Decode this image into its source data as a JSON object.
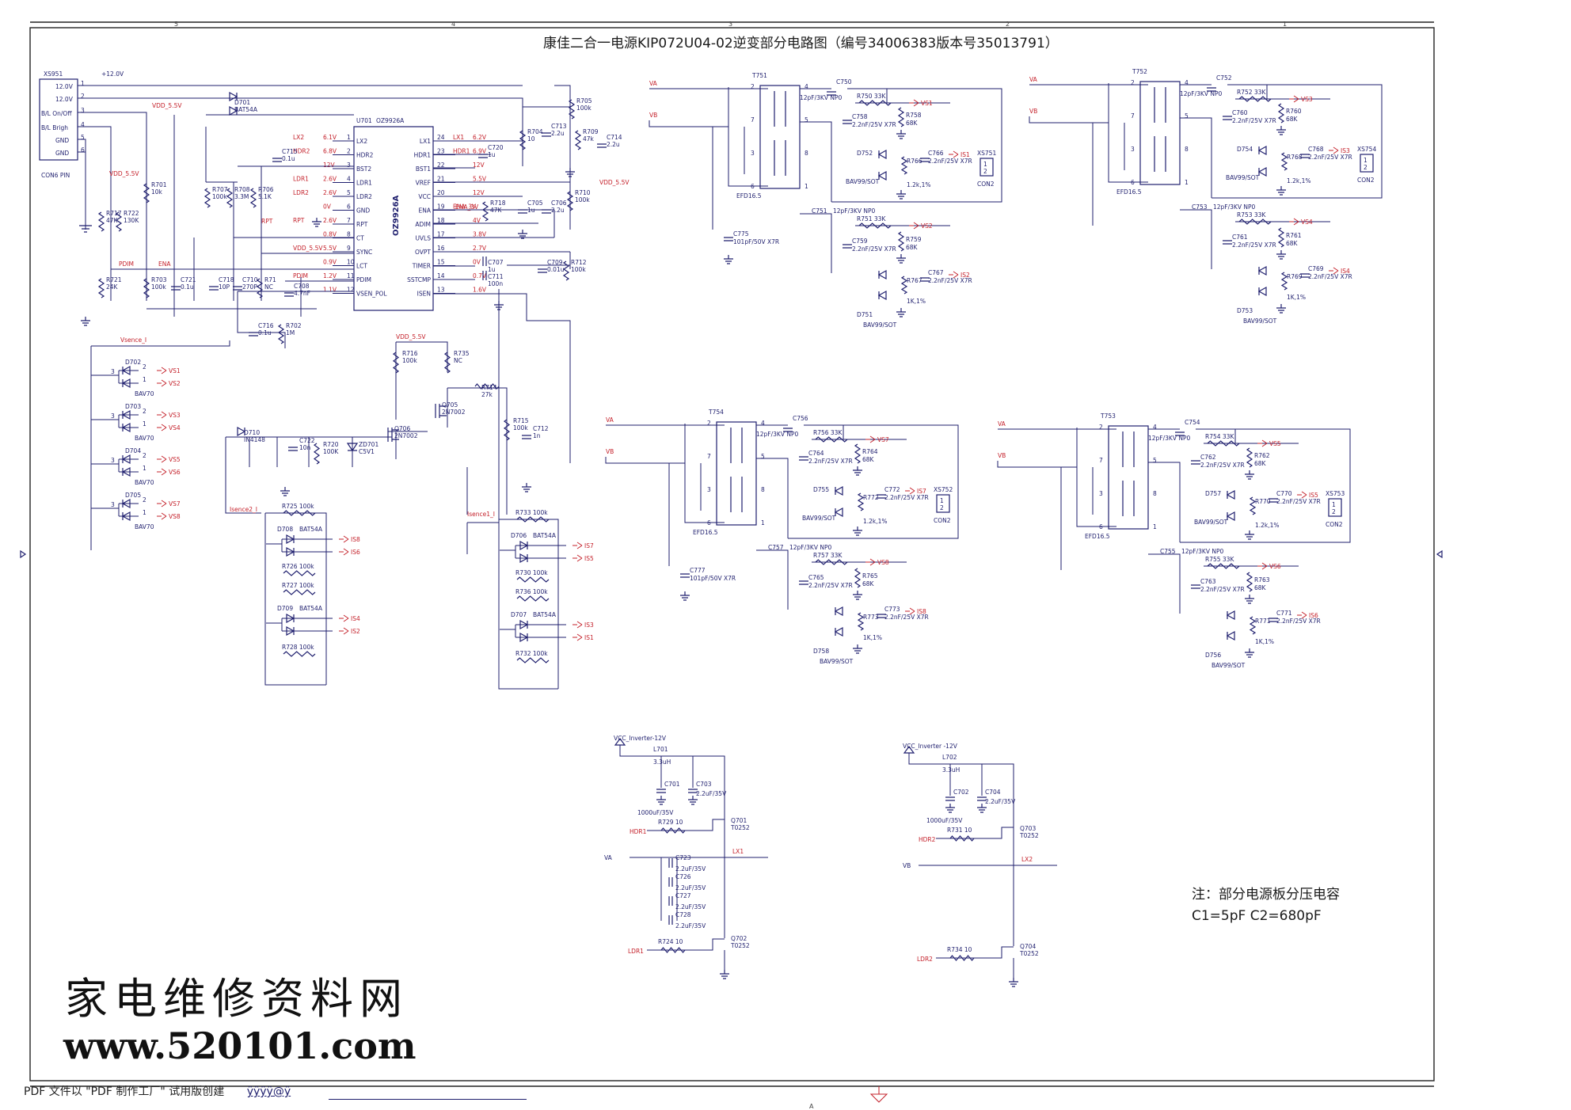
{
  "title": "康佳二合一电源KIP072U04-02逆变部分电路图（编号34006383版本号35013791）",
  "note": {
    "line1": "注：部分电源板分压电容",
    "line2": "C1=5pF  C2=680pF"
  },
  "watermark": {
    "cn": "家电维修资料网",
    "url": "www.520101.com"
  },
  "footer": {
    "text": "PDF 文件以 \"PDF 制作工厂\" 试用版创建",
    "link": "ÿÿÿÿ@ÿ"
  },
  "ruler": {
    "top": [
      "5",
      "4",
      "3",
      "2",
      "1"
    ],
    "bottom": [
      "A"
    ]
  },
  "colors": {
    "wire": "#1f1f6e",
    "net": "#c4202a",
    "frame": "#222222"
  },
  "connector": {
    "ref": "XS951",
    "type": "CON6 PIN",
    "supply": "+12.0V",
    "pins": [
      "12.0V",
      "12.0V",
      "B/L On/Off",
      "B/L Brigh",
      "GND",
      "GND"
    ],
    "pin_numbers": [
      "1",
      "2",
      "3",
      "4",
      "5",
      "6"
    ]
  },
  "controller": {
    "ref": "U701",
    "part": "OZ9926A",
    "body_text": "OZ9926A",
    "left_pins": [
      {
        "num": "1",
        "name": "LX2",
        "net": "LX2",
        "volt": "6.1V"
      },
      {
        "num": "2",
        "name": "HDR2",
        "net": "HDR2",
        "volt": "6.8V"
      },
      {
        "num": "3",
        "name": "BST2",
        "net": "",
        "volt": "12V"
      },
      {
        "num": "4",
        "name": "LDR1",
        "net": "LDR1",
        "volt": "2.6V"
      },
      {
        "num": "5",
        "name": "LDR2",
        "net": "LDR2",
        "volt": "2.6V"
      },
      {
        "num": "6",
        "name": "GND",
        "net": "",
        "volt": "0V"
      },
      {
        "num": "7",
        "name": "RPT",
        "net": "RPT",
        "volt": "2.6V"
      },
      {
        "num": "8",
        "name": "CT",
        "net": "",
        "volt": "0.8V"
      },
      {
        "num": "9",
        "name": "SYNC",
        "net": "VDD_5.5V",
        "volt": "5.5V"
      },
      {
        "num": "10",
        "name": "LCT",
        "net": "",
        "volt": "0.9V"
      },
      {
        "num": "11",
        "name": "PDIM",
        "net": "PDIM",
        "volt": "1.2V"
      },
      {
        "num": "12",
        "name": "VSEN_POL",
        "net": "",
        "volt": "1.1V"
      }
    ],
    "right_pins": [
      {
        "num": "24",
        "name": "LX1",
        "net": "LX1",
        "volt": "6.2V"
      },
      {
        "num": "23",
        "name": "HDR1",
        "net": "HDR1",
        "volt": "6.9V"
      },
      {
        "num": "22",
        "name": "BST1",
        "net": "",
        "volt": "12V"
      },
      {
        "num": "21",
        "name": "VREF",
        "net": "",
        "volt": "5.5V"
      },
      {
        "num": "20",
        "name": "VCC",
        "net": "",
        "volt": "12V"
      },
      {
        "num": "19",
        "name": "ENA",
        "net": "ENA_3V",
        "volt": ""
      },
      {
        "num": "18",
        "name": "ADIM",
        "net": "",
        "volt": "4V"
      },
      {
        "num": "17",
        "name": "UVLS",
        "net": "",
        "volt": "3.8V"
      },
      {
        "num": "16",
        "name": "OVPT",
        "net": "",
        "volt": "2.7V"
      },
      {
        "num": "15",
        "name": "TIMER",
        "net": "",
        "volt": "0V"
      },
      {
        "num": "14",
        "name": "SSTCMP",
        "net": "",
        "volt": "0.7V"
      },
      {
        "num": "13",
        "name": "ISEN",
        "net": "",
        "volt": "1.6V"
      }
    ]
  },
  "ctrl_parts": [
    {
      "ref": "D701",
      "val": "BAT54A"
    },
    {
      "ref": "C715",
      "val": "0.1u"
    },
    {
      "ref": "R701",
      "val": "10k"
    },
    {
      "ref": "R717",
      "val": "47K"
    },
    {
      "ref": "R722",
      "val": "130K"
    },
    {
      "ref": "R721",
      "val": "24K"
    },
    {
      "ref": "R703",
      "val": "100k"
    },
    {
      "ref": "C721",
      "val": "0.1u"
    },
    {
      "ref": "R707",
      "val": "100k"
    },
    {
      "ref": "R708",
      "val": "3.3M"
    },
    {
      "ref": "R706",
      "val": "5.1K"
    },
    {
      "ref": "C718",
      "val": "10P"
    },
    {
      "ref": "C710",
      "val": "270P"
    },
    {
      "ref": "R71",
      "val": "NC"
    },
    {
      "ref": "C708",
      "val": "4.7nF"
    },
    {
      "ref": "C716",
      "val": "0.1u"
    },
    {
      "ref": "R702",
      "val": "1M"
    },
    {
      "ref": "R704",
      "val": "10"
    },
    {
      "ref": "C713",
      "val": "2.2u"
    },
    {
      "ref": "R705",
      "val": "100k"
    },
    {
      "ref": "R709",
      "val": "47k"
    },
    {
      "ref": "C714",
      "val": "2.2u"
    },
    {
      "ref": "C720",
      "val": "1u"
    },
    {
      "ref": "R718",
      "val": "47K"
    },
    {
      "ref": "C705",
      "val": "1u"
    },
    {
      "ref": "C706",
      "val": "2.2u"
    },
    {
      "ref": "R710",
      "val": "100k"
    },
    {
      "ref": "C707",
      "val": "1u"
    },
    {
      "ref": "C711",
      "val": "100n"
    },
    {
      "ref": "C709",
      "val": "0.01u"
    },
    {
      "ref": "R712",
      "val": "100k"
    }
  ],
  "ctrl_nets": {
    "vdd": "VDD_5.5V",
    "ena": "ENA",
    "pdim": "PDIM",
    "rpt": "RPT",
    "ena3": "ENA_3V"
  },
  "sense_top": {
    "net": "Vsence_I",
    "groups": [
      {
        "ref": "D702",
        "val": "BAV70",
        "a": "VS1",
        "b": "VS2"
      },
      {
        "ref": "D703",
        "val": "BAV70",
        "a": "VS3",
        "b": "VS4"
      },
      {
        "ref": "D704",
        "val": "BAV70",
        "a": "VS5",
        "b": "VS6"
      },
      {
        "ref": "D705",
        "val": "BAV70",
        "a": "VS7",
        "b": "VS8"
      }
    ]
  },
  "ovp": {
    "vdd": "VDD_5.5V",
    "parts": [
      {
        "ref": "R716",
        "val": "100k"
      },
      {
        "ref": "R735",
        "val": "NC"
      },
      {
        "ref": "R714",
        "val": "27k"
      },
      {
        "ref": "Q706",
        "val": "2N7002"
      },
      {
        "ref": "Q705",
        "val": "2N7002"
      },
      {
        "ref": "R715",
        "val": "100k"
      },
      {
        "ref": "C712",
        "val": "1n"
      },
      {
        "ref": "D710",
        "val": "IN4148"
      },
      {
        "ref": "C722",
        "val": "10n"
      },
      {
        "ref": "R720",
        "val": "100K"
      },
      {
        "ref": "ZD701",
        "val": "C5V1"
      }
    ]
  },
  "isense2": {
    "net": "Isence2_I",
    "parts": [
      {
        "ref": "R725",
        "val": "100k"
      },
      {
        "ref": "D708",
        "val": "BAT54A",
        "a": "IS8",
        "b": "IS6"
      },
      {
        "ref": "R726",
        "val": "100k"
      },
      {
        "ref": "R727",
        "val": "100k"
      },
      {
        "ref": "D709",
        "val": "BAT54A",
        "a": "IS4",
        "b": "IS2"
      },
      {
        "ref": "R728",
        "val": "100k"
      }
    ]
  },
  "isense1": {
    "net": "Isence1_I",
    "parts": [
      {
        "ref": "R733",
        "val": "100k"
      },
      {
        "ref": "D706",
        "val": "BAT54A",
        "a": "IS7",
        "b": "IS5"
      },
      {
        "ref": "R730",
        "val": "100k"
      },
      {
        "ref": "R736",
        "val": "100k"
      },
      {
        "ref": "D707",
        "val": "BAT54A",
        "a": "IS3",
        "b": "IS1"
      },
      {
        "ref": "R732",
        "val": "100k"
      }
    ]
  },
  "trafo_blocks": [
    {
      "t": "T751",
      "core": "EFD16.5",
      "cin": "C775",
      "cinv": "101pF/50V X7R",
      "ca": "C750",
      "cav": "12pF/3KV NP0",
      "ra": "R750",
      "rav": "33K",
      "vsa": "VS1",
      "cb": "C758",
      "cbv": "2.2nF/25V X7R",
      "rb": "R758",
      "rbv": "68K",
      "da": "D752",
      "dav": "BAV99/SOT",
      "rc": "R766",
      "rcv": "1.2k,1%",
      "cc": "C766",
      "ccv": "2.2nF/25V X7R",
      "isa": "IS1",
      "xs": "XS751",
      "con": "CON2",
      "cd": "C751",
      "cdv": "12pF/3KV NP0",
      "rd": "R751",
      "rdv": "33K",
      "vsb": "VS2",
      "ce": "C759",
      "cev": "2.2nF/25V X7R",
      "re": "R759",
      "rev": "68K",
      "db": "D751",
      "dbv": "BAV99/SOT",
      "rf": "R767",
      "rfv": "1K,1%",
      "cf": "C767",
      "cfv": "2.2nF/25V X7R",
      "isb": "IS2"
    },
    {
      "t": "T752",
      "core": "EFD16.5",
      "cin": "",
      "cinv": "",
      "ca": "C752",
      "cav": "12pF/3KV NP0",
      "ra": "R752",
      "rav": "33K",
      "vsa": "VS3",
      "cb": "C760",
      "cbv": "2.2nF/25V X7R",
      "rb": "R760",
      "rbv": "68K",
      "da": "D754",
      "dav": "BAV99/SOT",
      "rc": "R768",
      "rcv": "1.2k,1%",
      "cc": "C768",
      "ccv": "2.2nF/25V X7R",
      "isa": "IS3",
      "xs": "XS754",
      "con": "CON2",
      "cd": "C753",
      "cdv": "12pF/3KV NP0",
      "rd": "R753",
      "rdv": "33K",
      "vsb": "VS4",
      "ce": "C761",
      "cev": "2.2nF/25V X7R",
      "re": "R761",
      "rev": "68K",
      "db": "D753",
      "dbv": "BAV99/SOT",
      "rf": "R769",
      "rfv": "1K,1%",
      "cf": "C769",
      "cfv": "2.2nF/25V X7R",
      "isb": "IS4"
    },
    {
      "t": "T754",
      "core": "EFD16.5",
      "cin": "C777",
      "cinv": "101pF/50V X7R",
      "ca": "C756",
      "cav": "12pF/3KV NP0",
      "ra": "R756",
      "rav": "33K",
      "vsa": "VS7",
      "cb": "C764",
      "cbv": "2.2nF/25V X7R",
      "rb": "R764",
      "rbv": "68K",
      "da": "D755",
      "dav": "BAV99/SOT",
      "rc": "R772",
      "rcv": "1.2k,1%",
      "cc": "C772",
      "ccv": "2.2nF/25V X7R",
      "isa": "IS7",
      "xs": "XS752",
      "con": "CON2",
      "cd": "C757",
      "cdv": "12pF/3KV NP0",
      "rd": "R757",
      "rdv": "33K",
      "vsb": "VS8",
      "ce": "C765",
      "cev": "2.2nF/25V X7R",
      "re": "R765",
      "rev": "68K",
      "db": "D758",
      "dbv": "BAV99/SOT",
      "rf": "R773",
      "rfv": "1K,1%",
      "cf": "C773",
      "cfv": "2.2nF/25V X7R",
      "isb": "IS8"
    },
    {
      "t": "T753",
      "core": "EFD16.5",
      "cin": "",
      "cinv": "",
      "ca": "C754",
      "cav": "12pF/3KV NP0",
      "ra": "R754",
      "rav": "33K",
      "vsa": "VS5",
      "cb": "C762",
      "cbv": "2.2nF/25V X7R",
      "rb": "R762",
      "rbv": "68K",
      "da": "D757",
      "dav": "BAV99/SOT",
      "rc": "R770",
      "rcv": "1.2k,1%",
      "cc": "C770",
      "ccv": "2.2nF/25V X7R",
      "isa": "IS5",
      "xs": "XS753",
      "con": "CON2",
      "cd": "C755",
      "cdv": "12pF/3KV NP0",
      "rd": "R755",
      "rdv": "33K",
      "vsb": "VS6",
      "ce": "C763",
      "cev": "2.2nF/25V X7R",
      "re": "R763",
      "rev": "68K",
      "db": "D756",
      "dbv": "BAV99/SOT",
      "rf": "R771",
      "rfv": "1K,1%",
      "cf": "C771",
      "cfv": "2.2nF/25V X7R",
      "isb": "IS6"
    }
  ],
  "trafo_nets": {
    "va": "VA",
    "vb": "VB"
  },
  "bridge1": {
    "vcc": "VCC_Inverter-12V",
    "l": "L701",
    "lv": "3.3uH",
    "c1": "C701",
    "c1v": "1000uF/35V",
    "c2": "C703",
    "c2v": "2.2uF/35V",
    "hdr": "HDR1",
    "rh": "R729",
    "rhv": "10",
    "qh": "Q701",
    "qhv": "T0252",
    "out": "LX1",
    "va": "VA",
    "caps": [
      {
        "ref": "C723",
        "val": "2.2uF/35V"
      },
      {
        "ref": "C726",
        "val": "2.2uF/35V"
      },
      {
        "ref": "C727",
        "val": "2.2uF/35V"
      },
      {
        "ref": "C728",
        "val": "2.2uF/35V"
      }
    ],
    "ldr": "LDR1",
    "rl": "R724",
    "rlv": "10",
    "ql": "Q702",
    "qlv": "T0252"
  },
  "bridge2": {
    "vcc": "VCC_Inverter -12V",
    "l": "L702",
    "lv": "3.3uH",
    "c1": "C702",
    "c1v": "1000uF/35V",
    "c2": "C704",
    "c2v": "2.2uF/35V",
    "hdr": "HDR2",
    "rh": "R731",
    "rhv": "10",
    "qh": "Q703",
    "qhv": "T0252",
    "out": "LX2",
    "vb": "VB",
    "ldr": "LDR2",
    "rl": "R734",
    "rlv": "10",
    "ql": "Q704",
    "qlv": "T0252"
  }
}
